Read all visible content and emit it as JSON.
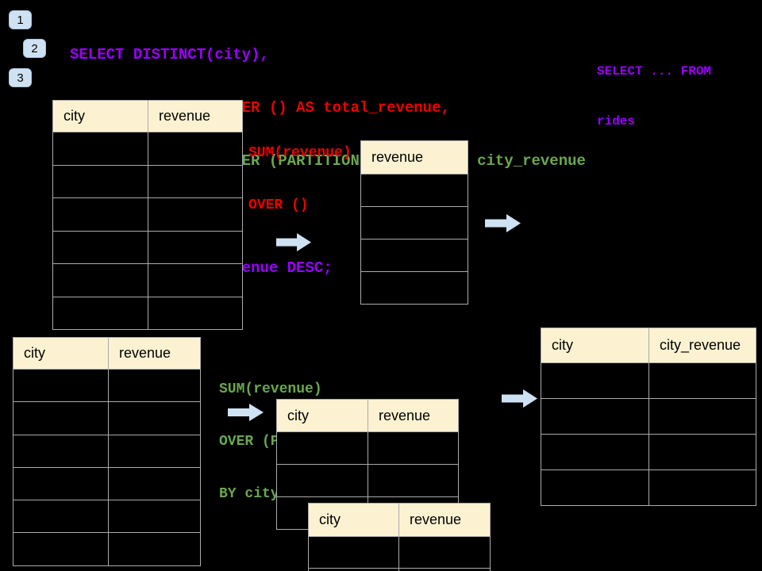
{
  "slide": {
    "background": "#000000",
    "step_badges": [
      "1",
      "2",
      "3"
    ],
    "sql_code": {
      "lines": [
        {
          "text": "SELECT DISTINCT(city),",
          "color": "purple"
        },
        {
          "text": "    SUM(revenue) OVER () AS total_revenue,",
          "color": "red"
        },
        {
          "text": "    SUM(revenue) OVER (PARTITION BY city) as city_revenue",
          "color": "green"
        },
        {
          "text": "  FROM rides",
          "color": "purple"
        },
        {
          "text": "  ORDER by city_revenue DESC;",
          "color": "purple"
        }
      ]
    },
    "side_note": {
      "lines": [
        "SELECT ... FROM",
        "rides"
      ],
      "color": "purple"
    },
    "annotations": {
      "total_revenue_label": {
        "lines": [
          "SUM(revenue)",
          "OVER ()"
        ],
        "color": "red"
      },
      "partition_label": {
        "lines": [
          "SUM(revenue)",
          "OVER (PARTITION",
          "BY city)"
        ],
        "color": "green"
      }
    },
    "tables": {
      "source_top": {
        "headers": [
          "city",
          "revenue"
        ],
        "empty_rows": 6
      },
      "total_result": {
        "headers": [
          "revenue"
        ],
        "empty_rows": 4
      },
      "source_bottom": {
        "headers": [
          "city",
          "revenue"
        ],
        "empty_rows": 6
      },
      "partition_input": {
        "headers": [
          "city",
          "revenue"
        ],
        "empty_rows": 3
      },
      "partition_overlay": {
        "headers": [
          "city",
          "revenue"
        ],
        "empty_rows": 2
      },
      "city_revenue_result": {
        "headers": [
          "city",
          "city_revenue"
        ],
        "empty_rows": 4
      }
    },
    "colors": {
      "code_purple": "#9900ff",
      "code_red": "#ee0000",
      "code_green": "#6aa84f",
      "table_header_fill": "#fcf2d2",
      "table_border": "#ababab",
      "arrow_fill": "#cfe2f3",
      "badge_fill": "#cfe2f3"
    }
  }
}
